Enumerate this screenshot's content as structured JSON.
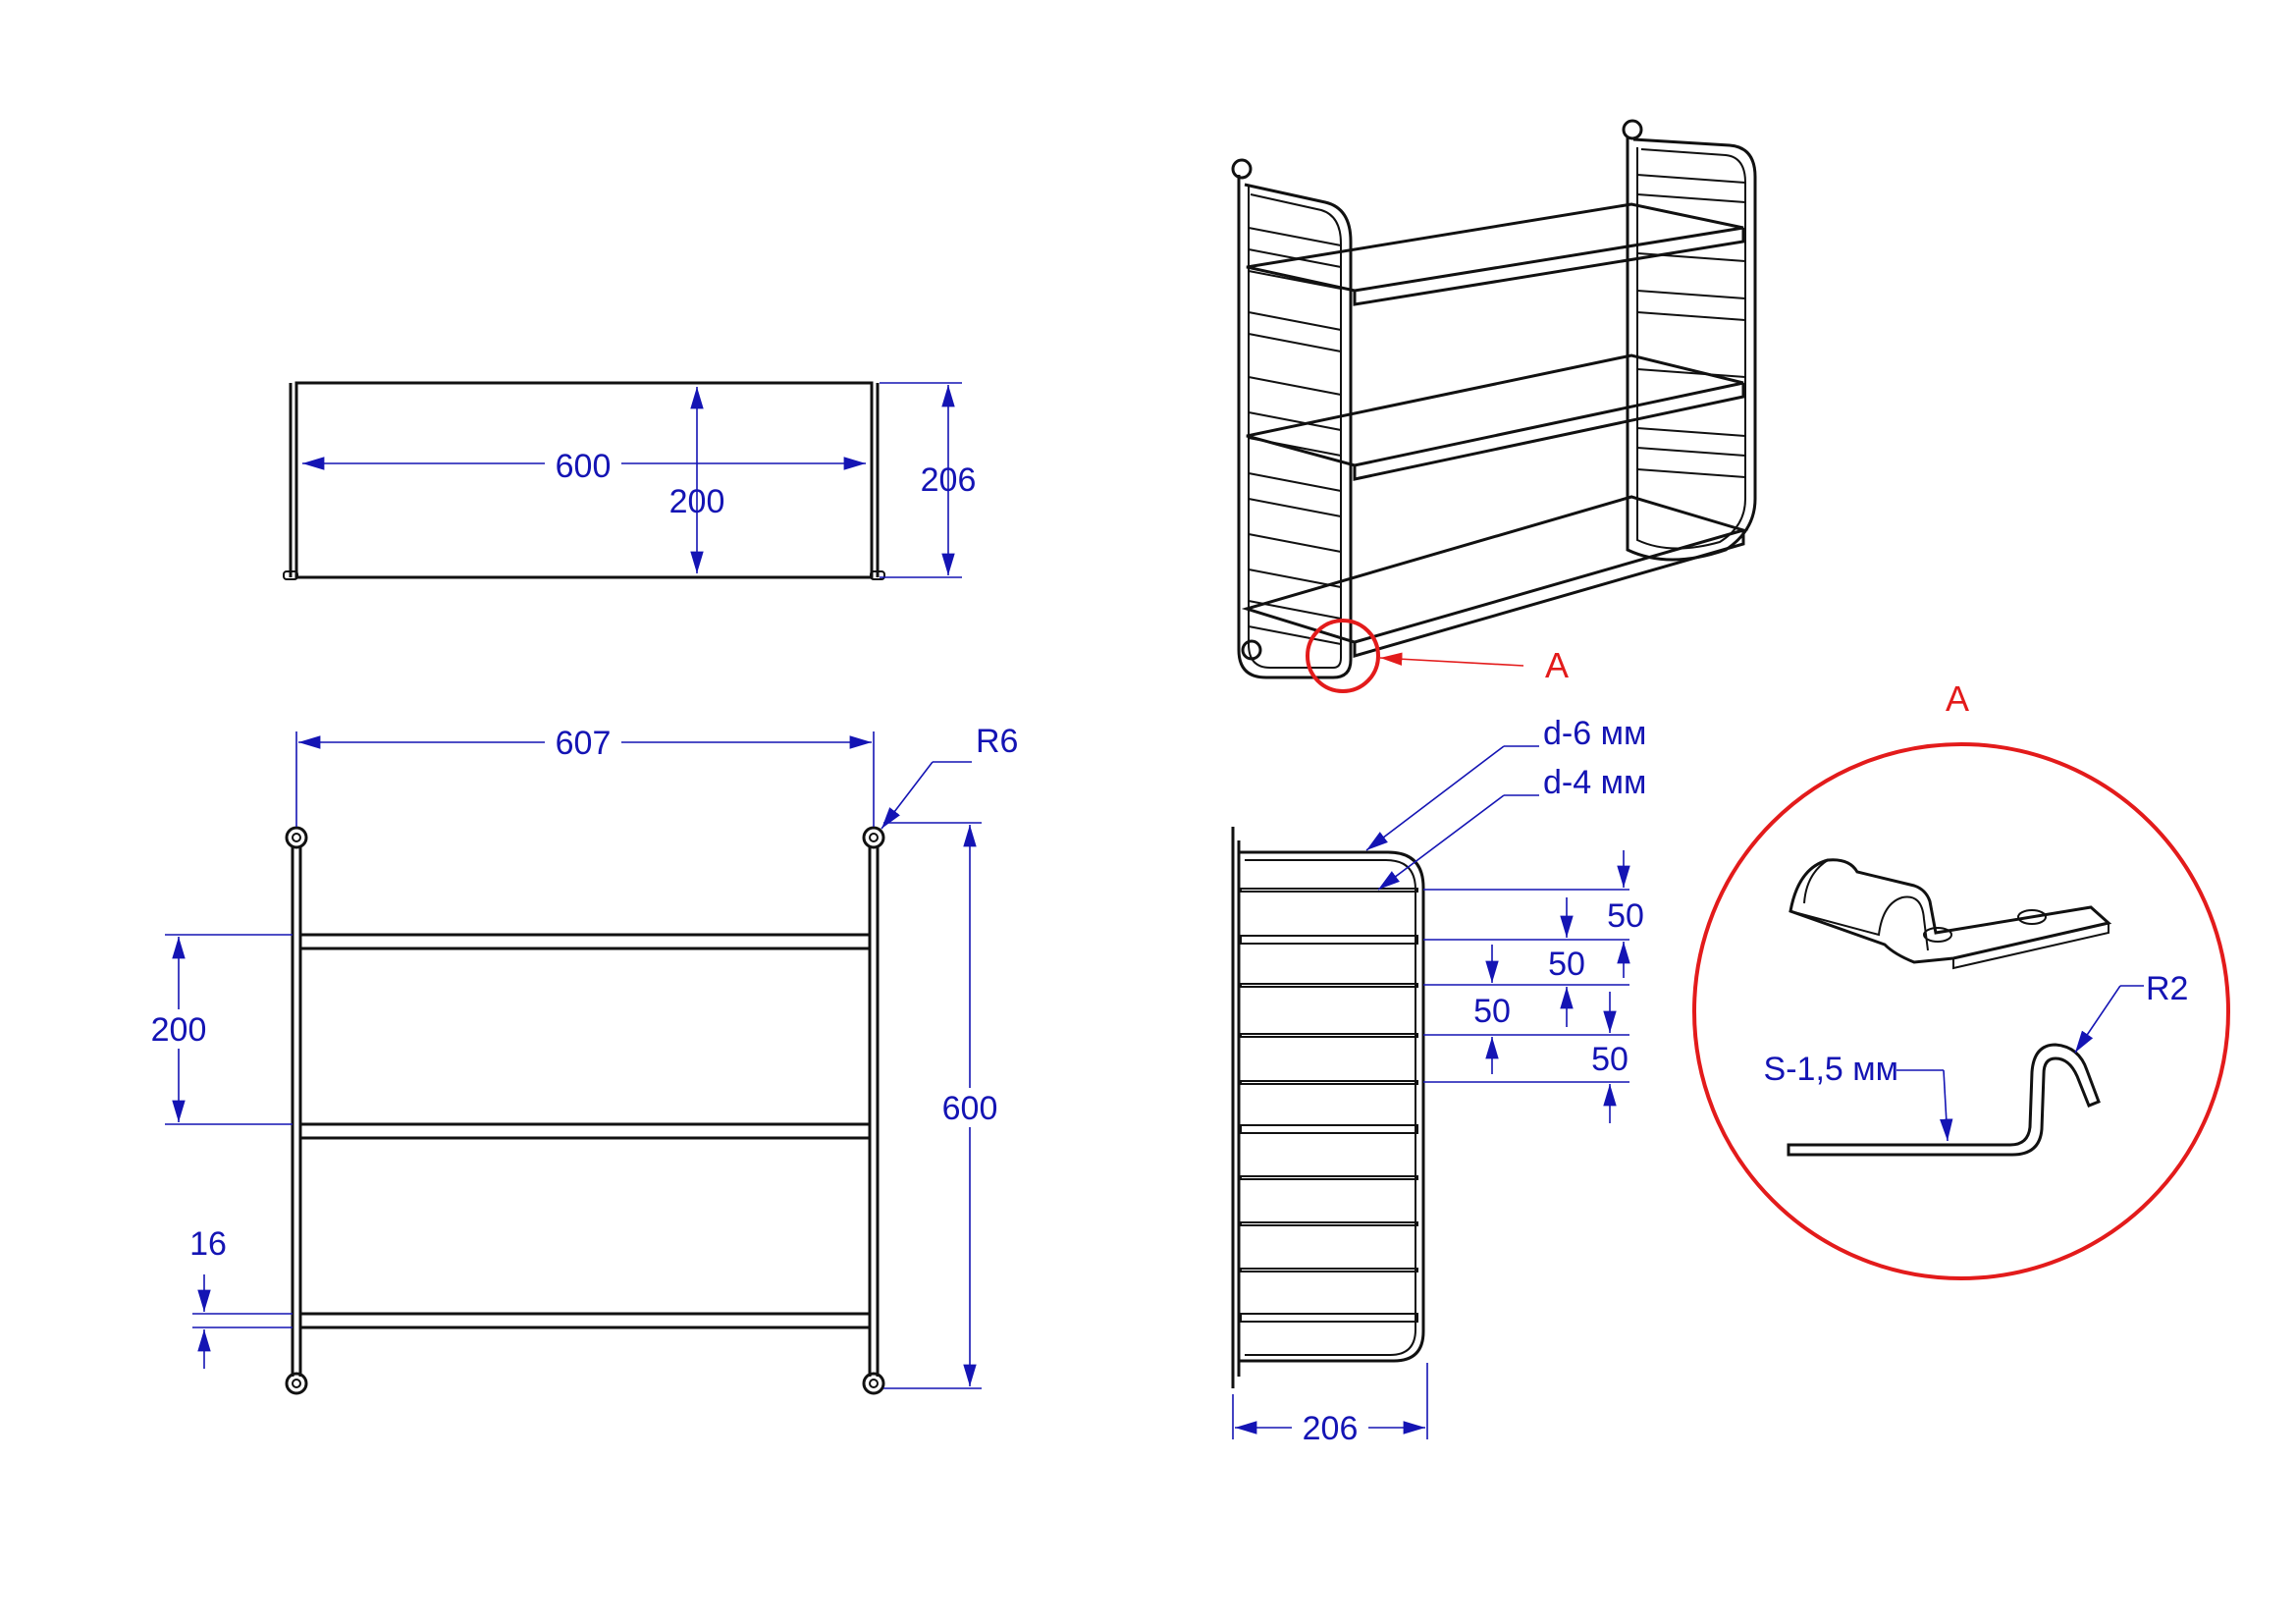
{
  "drawing": {
    "top_view": {
      "width": "600",
      "inner_depth": "200",
      "depth": "206"
    },
    "front_view": {
      "overall_width": "607",
      "hook_radius": "R6",
      "shelf_spacing": "200",
      "height": "600",
      "shelf_thickness": "16"
    },
    "side_view": {
      "outer_rod": "d-6 мм",
      "inner_rod": "d-4 мм",
      "rod_pitch": [
        "50",
        "50",
        "50",
        "50"
      ],
      "depth": "206"
    },
    "detail": {
      "marker": "A",
      "title": "A",
      "sheet_thickness": "S-1,5 мм",
      "bend_radius": "R2"
    }
  },
  "colors": {
    "dimension": "#1414b4",
    "callout": "#e31b1b",
    "outline": "#111111"
  }
}
